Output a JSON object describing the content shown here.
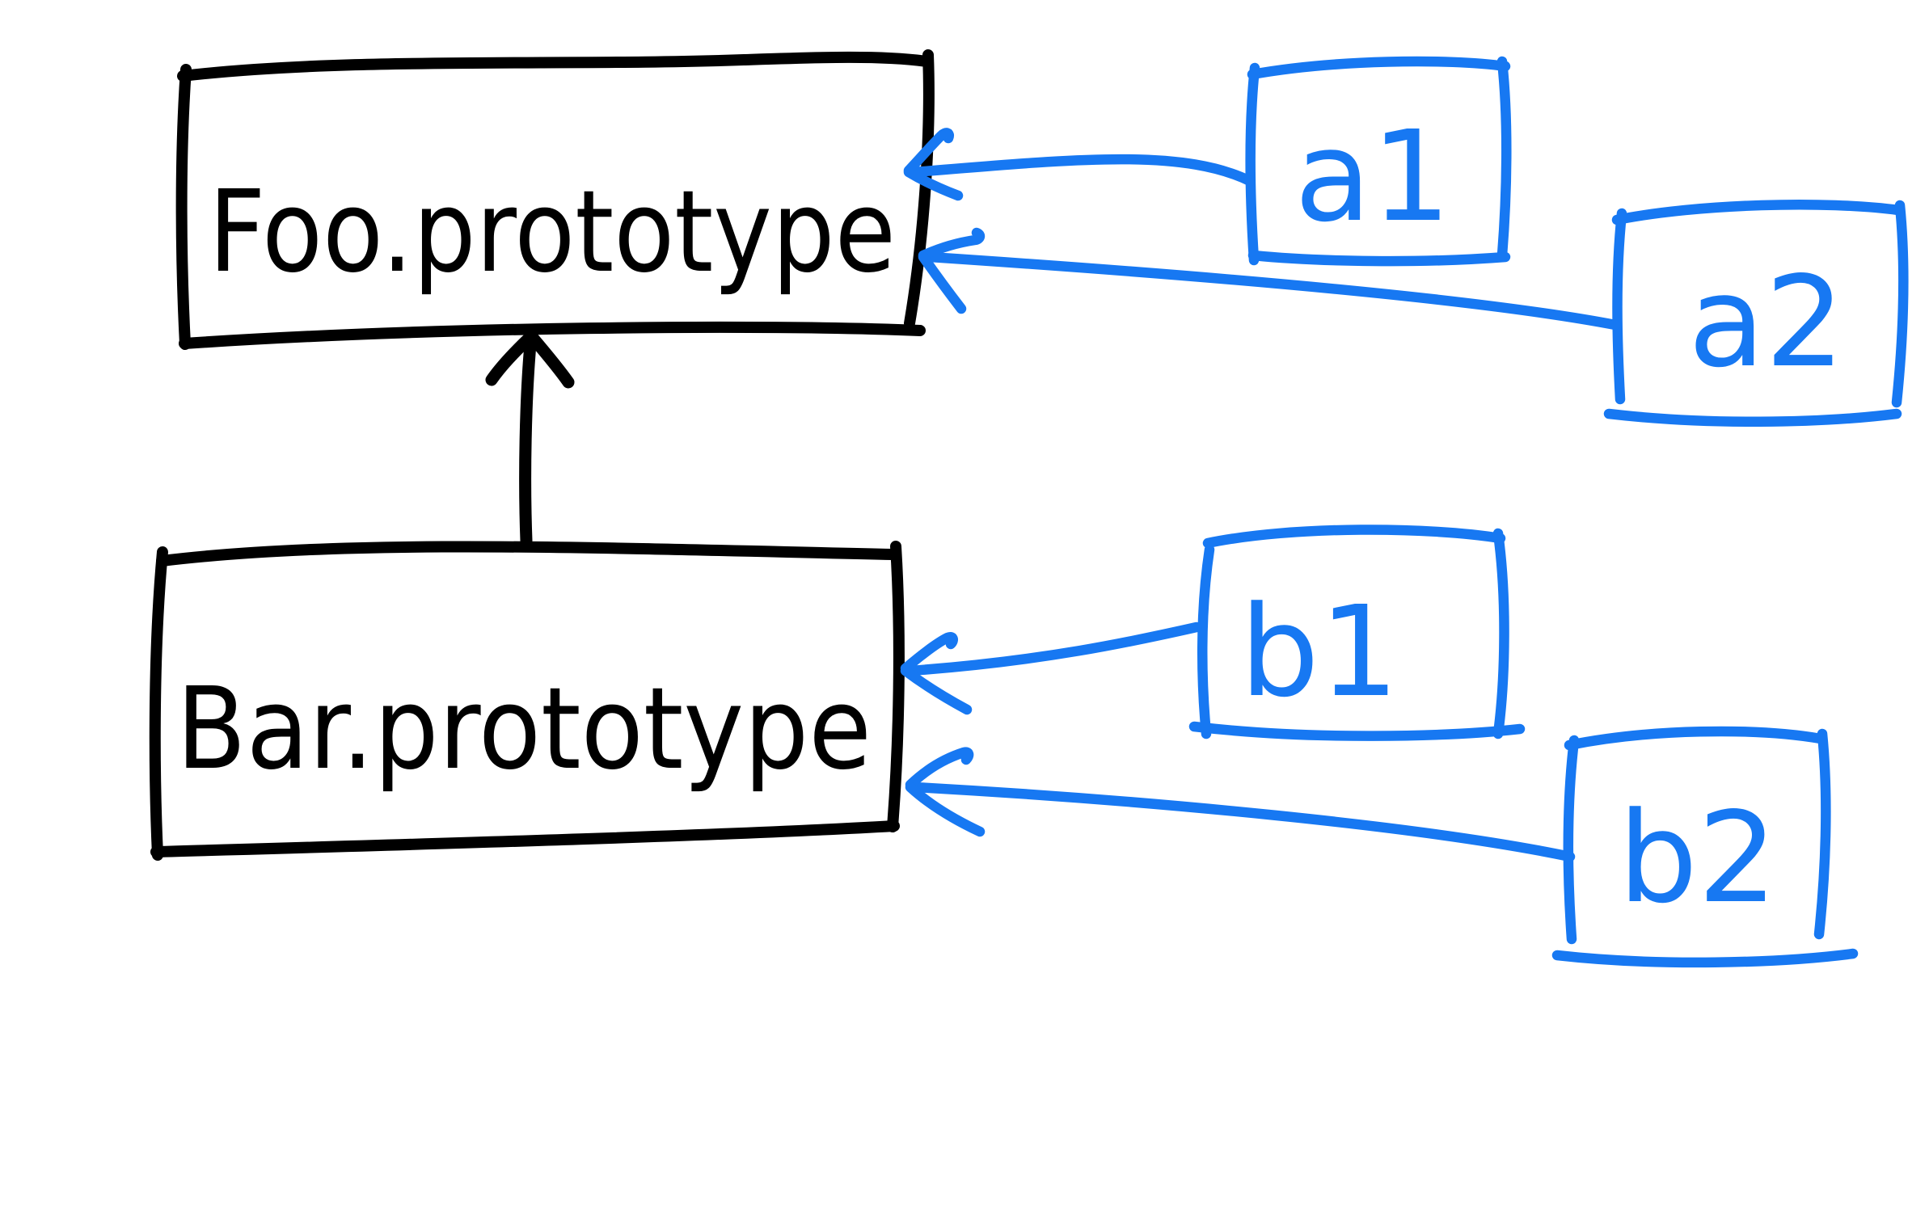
{
  "diagram": {
    "background": "#ffffff",
    "ink_colors": {
      "black": "#000000",
      "blue": "#1778f2"
    },
    "nodes": {
      "foo": {
        "label": "Foo.prototype",
        "ink": "black"
      },
      "bar": {
        "label": "Bar.prototype",
        "ink": "black"
      },
      "a1": {
        "label": "a1",
        "ink": "blue"
      },
      "a2": {
        "label": "a2",
        "ink": "blue"
      },
      "b1": {
        "label": "b1",
        "ink": "blue"
      },
      "b2": {
        "label": "b2",
        "ink": "blue"
      }
    },
    "edges": [
      {
        "from": "Bar.prototype",
        "to": "Foo.prototype",
        "ink": "black",
        "style": "arrow"
      },
      {
        "from": "a1",
        "to": "Foo.prototype",
        "ink": "blue",
        "style": "arrow"
      },
      {
        "from": "a2",
        "to": "Foo.prototype",
        "ink": "blue",
        "style": "arrow"
      },
      {
        "from": "b1",
        "to": "Bar.prototype",
        "ink": "blue",
        "style": "arrow"
      },
      {
        "from": "b2",
        "to": "Bar.prototype",
        "ink": "blue",
        "style": "arrow"
      }
    ]
  }
}
